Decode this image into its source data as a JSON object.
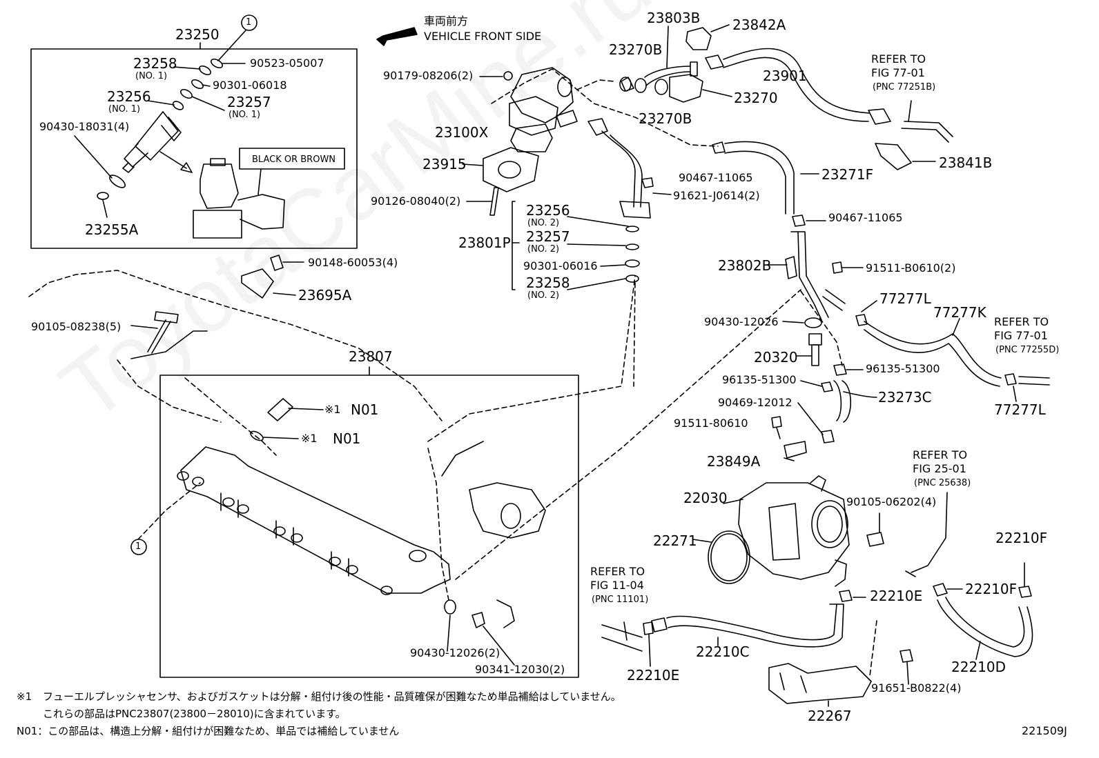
{
  "header": {
    "front_jp": "車両前方",
    "front_en": "VEHICLE FRONT SIDE",
    "marker": "1"
  },
  "watermark": "ToyotaCarMine.ru",
  "callouts": {
    "black_or_brown": "BLACK OR BROWN",
    "n01_jp_mark": "※1",
    "n01": "N01"
  },
  "labels": {
    "p23250": "23250",
    "p23258_no1": "23258",
    "no1_a": "(NO. 1)",
    "p90523": "90523-05007",
    "p90301_06018": "90301-06018",
    "p23256_no1": "23256",
    "no1_b": "(NO. 1)",
    "p23257_no1": "23257",
    "no1_c": "(NO. 1)",
    "p90430_18031": "90430-18031(4)",
    "p23255a": "23255A",
    "p90148": "90148-60053(4)",
    "p23695a": "23695A",
    "p90105_08238": "90105-08238(5)",
    "p23807": "23807",
    "p90430_12026_2": "90430-12026(2)",
    "p90341": "90341-12030(2)",
    "p90179": "90179-08206(2)",
    "p23100x": "23100X",
    "p23915": "23915",
    "p90126": "90126-08040(2)",
    "p23256_no2": "23256",
    "no2_a": "(NO. 2)",
    "p23257_no2": "23257",
    "no2_b": "(NO. 2)",
    "p90301_06016": "90301-06016",
    "p23258_no2": "23258",
    "no2_c": "(NO. 2)",
    "p23801p": "23801P",
    "p91621": "91621-J0614(2)",
    "p23803b": "23803B",
    "p23842a": "23842A",
    "p23270b_a": "23270B",
    "p23270b_b": "23270B",
    "p23270": "23270",
    "p23901": "23901",
    "refer_a": "REFER TO",
    "fig_a": "FIG 77-01",
    "pnc_a": "(PNC 77251B)",
    "p23841b": "23841B",
    "p90467_a": "90467-11065",
    "p23271f": "23271F",
    "p90467_b": "90467-11065",
    "p23802b": "23802B",
    "p91511_b0610": "91511-B0610(2)",
    "p90430_12026": "90430-12026",
    "p77277l_a": "77277L",
    "p77277k": "77277K",
    "refer_b": "REFER TO",
    "fig_b": "FIG 77-01",
    "pnc_b": "(PNC 77255D)",
    "p20320": "20320",
    "p96135_a": "96135-51300",
    "p96135_b": "96135-51300",
    "p23273c": "23273C",
    "p77277l_b": "77277L",
    "p90469": "90469-12012",
    "p91511_80610": "91511-80610",
    "p23849a": "23849A",
    "refer_c": "REFER TO",
    "fig_c": "FIG 25-01",
    "pnc_c": "(PNC 25638)",
    "p22030": "22030",
    "p90105_06202": "90105-06202(4)",
    "p22271": "22271",
    "p22210f_a": "22210F",
    "p22210f_b": "22210F",
    "p22210e_a": "22210E",
    "refer_d": "REFER TO",
    "fig_d": "FIG 11-04",
    "pnc_d": "(PNC 11101)",
    "p22210c": "22210C",
    "p22210e_b": "22210E",
    "p22210d": "22210D",
    "p91651": "91651-B0822(4)",
    "p22267": "22267"
  },
  "footer": {
    "note1_mark": "※1",
    "note1_line1": "フューエルプレッシャセンサ、およびガスケットは分解・組付け後の性能・品質確保が困難なため単品補給はしていません。",
    "note1_line2": "これらの部品はPNC23807(23800－28010)に含まれています。",
    "note2": "N01：この部品は、構造上分解・組付けが困難なため、単品では補給していません",
    "code": "221509J"
  }
}
